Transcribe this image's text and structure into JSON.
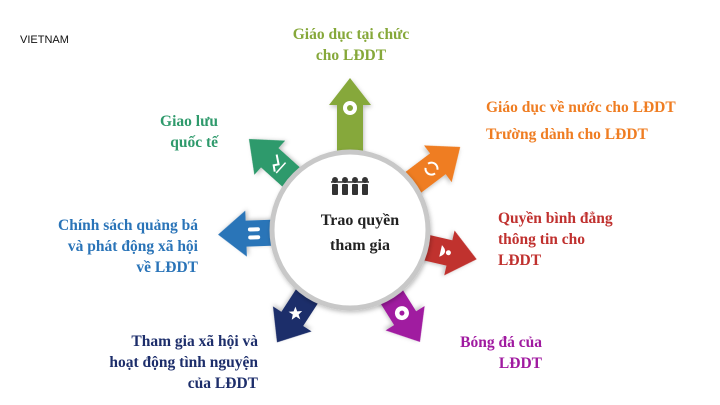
{
  "header": {
    "country": "VIETNAM"
  },
  "center": {
    "line1": "Trao quyền",
    "line2": "tham gia",
    "icon": "people-group-icon"
  },
  "colors": {
    "green": "#86a83a",
    "orange": "#ef7d22",
    "red": "#c0312f",
    "purple": "#a01aa0",
    "navy": "#1d2e6b",
    "blue": "#2a74b8",
    "teal": "#2f9a6c",
    "ring": "#c8c8c8"
  },
  "items": [
    {
      "id": "education-workplace",
      "icon": "head-gear-icon",
      "lines": [
        "Giáo dục tại chức",
        "cho LĐDT"
      ]
    },
    {
      "id": "education-schools",
      "icon": "refresh-icon",
      "lines": [
        "Giáo dục về nước cho LĐDT",
        "Trường dành cho LĐDT"
      ]
    },
    {
      "id": "equal-information",
      "icon": "hand-care-icon",
      "lines": [
        "Quyền bình đẳng",
        "thông tin cho",
        "LĐDT"
      ]
    },
    {
      "id": "football",
      "icon": "soccer-ball-icon",
      "lines": [
        "Bóng đá của",
        "LĐDT"
      ]
    },
    {
      "id": "volunteering",
      "icon": "star-hands-icon",
      "lines": [
        "Tham gia xã hội và",
        "hoạt động tình nguyện",
        "của LĐDT"
      ]
    },
    {
      "id": "social-promotion",
      "icon": "people-icon",
      "lines": [
        "Chính sách quảng bá",
        "và phát động xã hội",
        "về LĐDT"
      ]
    },
    {
      "id": "international-exchange",
      "icon": "chart-icon",
      "lines": [
        "Giao lưu",
        "quốc tế"
      ]
    }
  ]
}
